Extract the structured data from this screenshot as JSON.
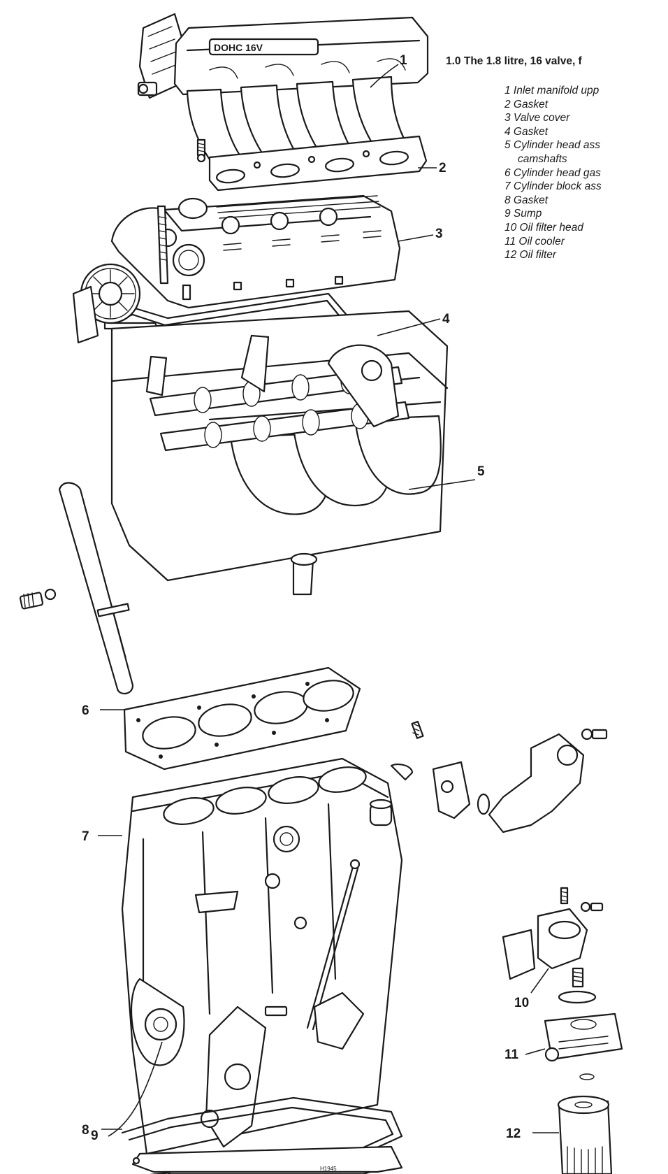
{
  "caption": "1.0 The 1.8 litre, 16 valve, f",
  "legend": [
    {
      "id": "1",
      "text": "1 Inlet manifold upp"
    },
    {
      "id": "2",
      "text": "2 Gasket"
    },
    {
      "id": "3",
      "text": "3 Valve cover"
    },
    {
      "id": "4",
      "text": "4 Gasket"
    },
    {
      "id": "5",
      "text": "5 Cylinder head ass"
    },
    {
      "id": "5b",
      "text": "camshafts",
      "indent": true
    },
    {
      "id": "6",
      "text": "6 Cylinder head gas"
    },
    {
      "id": "7",
      "text": "7 Cylinder block ass"
    },
    {
      "id": "8",
      "text": "8 Gasket"
    },
    {
      "id": "9",
      "text": "9 Sump"
    },
    {
      "id": "10",
      "text": "10 Oil filter head"
    },
    {
      "id": "11",
      "text": "11 Oil cooler"
    },
    {
      "id": "12",
      "text": "12 Oil filter"
    }
  ],
  "callouts": {
    "c1": "1",
    "c2": "2",
    "c3": "3",
    "c4": "4",
    "c5": "5",
    "c6": "6",
    "c7": "7",
    "c8": "8",
    "c9": "9",
    "c10": "10",
    "c11": "11",
    "c12": "12"
  },
  "manifold_badge": "DOHC 16V",
  "drawing_code": "H1945"
}
